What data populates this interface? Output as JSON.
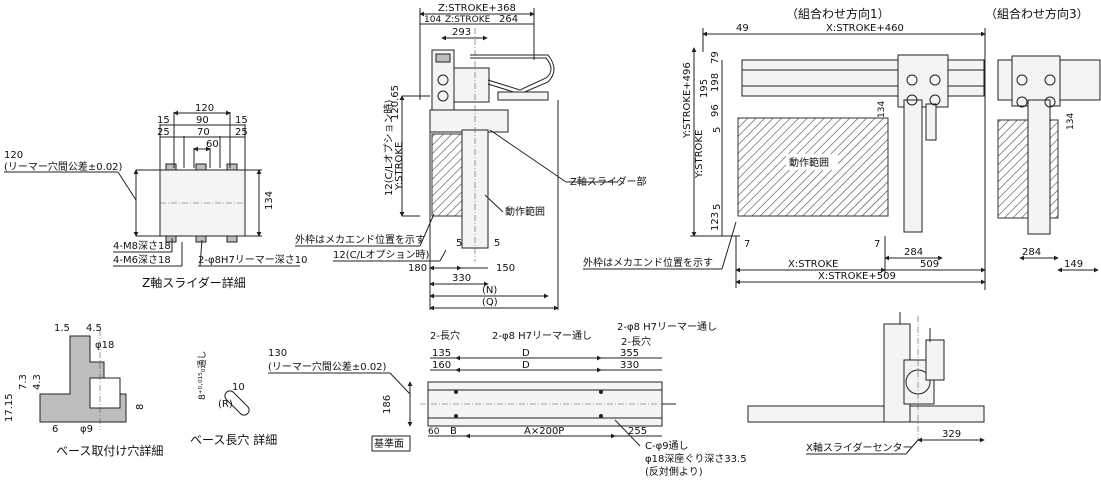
{
  "zslider": {
    "title": "Z軸スライダー詳細",
    "dims": [
      "120",
      "15",
      "90",
      "15",
      "25",
      "70",
      "25",
      "60",
      "134"
    ],
    "tolerance_120": "120",
    "tolerance_note": "(リーマー穴間公差±0.02)",
    "m8": "4-M8深さ18",
    "m6": "4-M6深さ18",
    "reamer": "2-φ8H7リーマー深さ10"
  },
  "side": {
    "z_stroke_368": "Z:STROKE+368",
    "d104": "104",
    "z_stroke": "Z:STROKE",
    "d264": "264",
    "d293": "293",
    "d120_65": "120.65",
    "y_stroke": "Y:STROKE",
    "cl_option_v": "12(C/Lオプション時)",
    "operating_range": "動作範囲",
    "z_slider_part": "Z軸スライダー部",
    "frame_note": "外枠はメカエンド位置を示す",
    "cl_option": "12(C/Lオプション時)",
    "d5": "5",
    "d180": "180",
    "d150": "150",
    "d330": "330",
    "n": "(N)",
    "q": "(Q)"
  },
  "front1": {
    "title": "（組合わせ方向1）",
    "d49": "49",
    "x_stroke_460": "X:STROKE+460",
    "operating_range": "動作範囲",
    "y_stroke_496": "Y:STROKE+496",
    "y_stroke": "Y:STROKE",
    "d79": "79",
    "d198": "198",
    "d195": "195",
    "d96": "96",
    "d5": "5",
    "d123": "123",
    "d134": "134",
    "d7": "7",
    "d284": "284",
    "x_stroke": "X:STROKE",
    "d509": "509",
    "x_stroke_509": "X:STROKE+509",
    "frame_note": "外枠はメカエンド位置を示す"
  },
  "front3": {
    "title": "（組合わせ方向3）",
    "d134": "134",
    "d284": "284",
    "d149": "149"
  },
  "base_hole": {
    "title": "ベース取付け穴詳細",
    "d1_5": "1.5",
    "d4_5": "4.5",
    "phi18": "φ18",
    "phi9": "φ9",
    "d7_3": "7.3",
    "d4_3": "4.3",
    "d17_15": "17.15",
    "d6": "6",
    "d8": "8"
  },
  "base_slot": {
    "title": "ベース長穴 詳細",
    "width": "8⁺⁰·⁰¹⁵₀通し",
    "d10": "10",
    "r": "(R)"
  },
  "base_plan": {
    "tolerance_130": "130",
    "tolerance_note": "(リーマー穴間公差±0.02)",
    "d186": "186",
    "slot": "2-長穴",
    "reamer": "2-φ8 H7リーマー通し",
    "d135": "135",
    "d160": "160",
    "d": "D",
    "d355": "355",
    "d330": "330",
    "d60": "60",
    "b": "B",
    "a200p": "A×200P",
    "d255": "255",
    "datum": "基準面",
    "c_phi9": "C-φ9通し",
    "phi18": "φ18深座ぐり深さ33.5",
    "opposite": "(反対側より)"
  },
  "xslider": {
    "label": "X軸スライダーセンター",
    "d329": "329"
  }
}
